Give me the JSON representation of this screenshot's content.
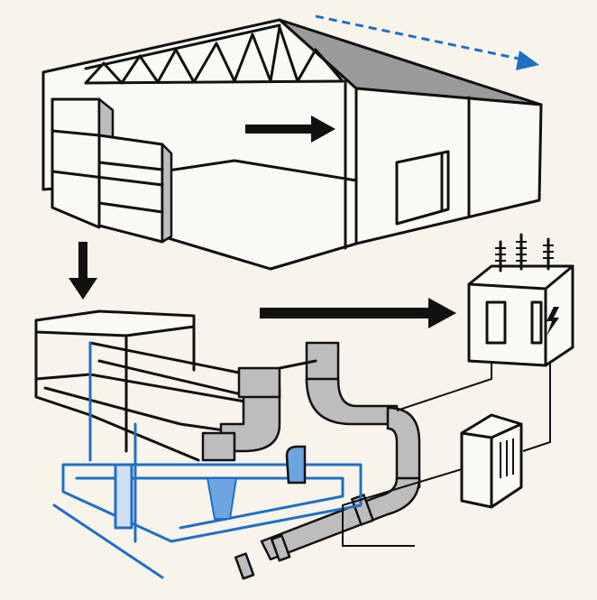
{
  "colors": {
    "background": "#f8f4ec",
    "line": "#111111",
    "roof_gray": "#9a9a9a",
    "duct_gray": "#bdbdbd",
    "water_pipe_blue": "#1f6fc4"
  },
  "icons": [
    "warehouse",
    "roof-truss",
    "dashed-arrow",
    "arrow-right",
    "arrow-down",
    "storage-rack",
    "hvac-duct",
    "transformer",
    "lightning-bolt",
    "electrical-cabinet",
    "water-pipes",
    "pipeline"
  ]
}
